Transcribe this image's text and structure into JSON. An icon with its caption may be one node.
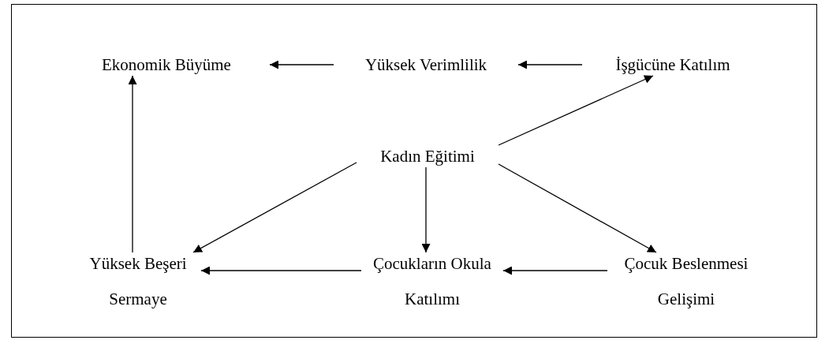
{
  "diagram": {
    "nodes": [
      {
        "text": [
          "Ekonomik Büyüme"
        ]
      },
      {
        "text": [
          "Yüksek Verimlilik"
        ]
      },
      {
        "text": [
          "İşgücüne Katılım"
        ]
      },
      {
        "text": [
          "Kadın Eğitimi"
        ]
      },
      {
        "text": [
          "Yüksek Beşeri Sermaye"
        ]
      },
      {
        "text": [
          "Çocukların Okula Katılımı"
        ]
      },
      {
        "text": [
          "Çocuk Beslenmesi Gelişimi"
        ]
      }
    ],
    "edges": [
      {
        "from": 1,
        "to": 0,
        "arrow": "to"
      },
      {
        "from": 2,
        "to": 1,
        "arrow": "to"
      },
      {
        "from": 3,
        "to": 2,
        "arrow": "to"
      },
      {
        "from": 3,
        "to": 4,
        "arrow": "to"
      },
      {
        "from": 3,
        "to": 5,
        "arrow": "to"
      },
      {
        "from": 3,
        "to": 6,
        "arrow": "to"
      },
      {
        "from": 6,
        "to": 5,
        "arrow": "to"
      },
      {
        "from": 5,
        "to": 4,
        "arrow": "to"
      },
      {
        "from": 4,
        "to": 0,
        "arrow": "to"
      }
    ]
  }
}
